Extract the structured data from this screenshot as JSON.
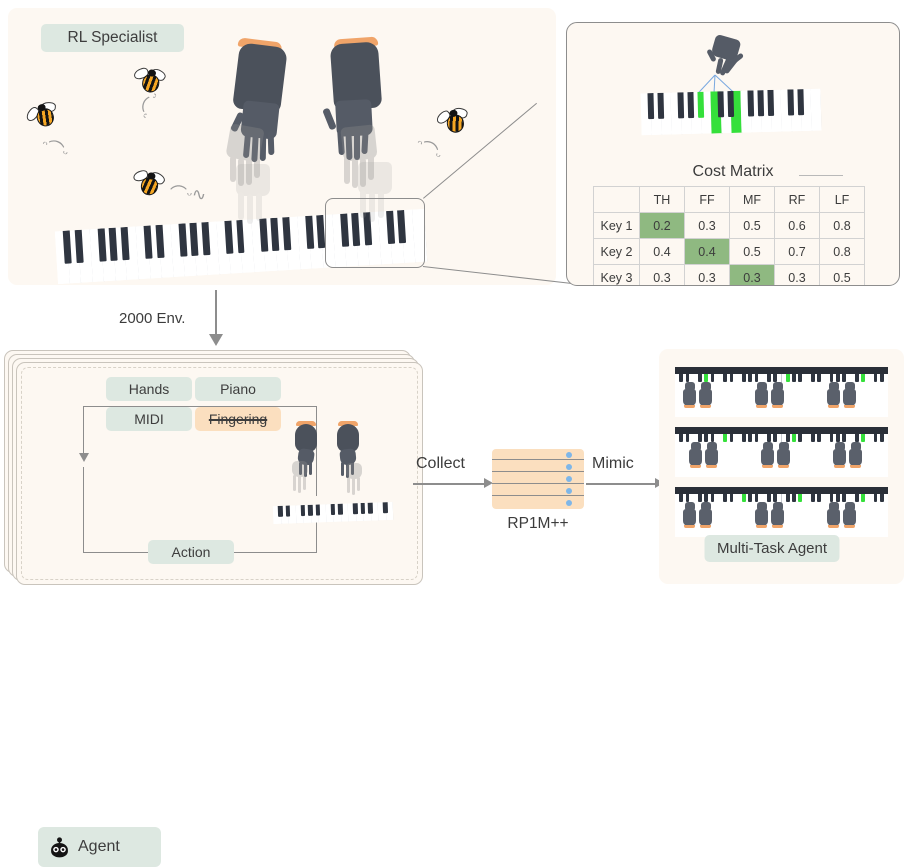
{
  "figure": {
    "background": "#ffffff",
    "panel_bg": "#fdf8f2",
    "chip_green": "#dde8e1",
    "chip_orange": "#fbdfbf",
    "highlight_green": "#8fb981",
    "line_gray": "#8d8d8d"
  },
  "top_panel": {
    "label": "RL Specialist",
    "scene_description": "two robot hands over a piano keyboard with bees",
    "zoom_box_name": "keyboard-zoom-region"
  },
  "detail_panel": {
    "title": "Cost Matrix",
    "keyboard_highlight_color": "#35e03b",
    "matrix": {
      "columns": [
        "",
        "TH",
        "FF",
        "MF",
        "RF",
        "LF"
      ],
      "rows": [
        {
          "label": "Key 1",
          "values": [
            "0.2",
            "0.3",
            "0.5",
            "0.6",
            "0.8"
          ],
          "highlight": 0
        },
        {
          "label": "Key 2",
          "values": [
            "0.4",
            "0.4",
            "0.5",
            "0.7",
            "0.8"
          ],
          "highlight": 1
        },
        {
          "label": "Key 3",
          "values": [
            "0.3",
            "0.3",
            "0.3",
            "0.3",
            "0.5"
          ],
          "highlight": 2
        }
      ]
    }
  },
  "env_arrow": {
    "label": "2000 Env."
  },
  "env_panel": {
    "chips": [
      {
        "label": "Hands",
        "style": "green"
      },
      {
        "label": "Piano",
        "style": "green"
      },
      {
        "label": "MIDI",
        "style": "green"
      },
      {
        "label": "Fingering",
        "style": "orange",
        "strikethrough": true
      }
    ],
    "agent_label": "Agent",
    "agent_icon": "robot-head-icon",
    "action_label": "Action"
  },
  "pipeline": {
    "collect_label": "Collect",
    "dataset_label": "RP1M++",
    "mimic_label": "Mimic"
  },
  "multitask_panel": {
    "label": "Multi-Task Agent",
    "rows": 3,
    "hand_pairs_per_row": 3
  }
}
